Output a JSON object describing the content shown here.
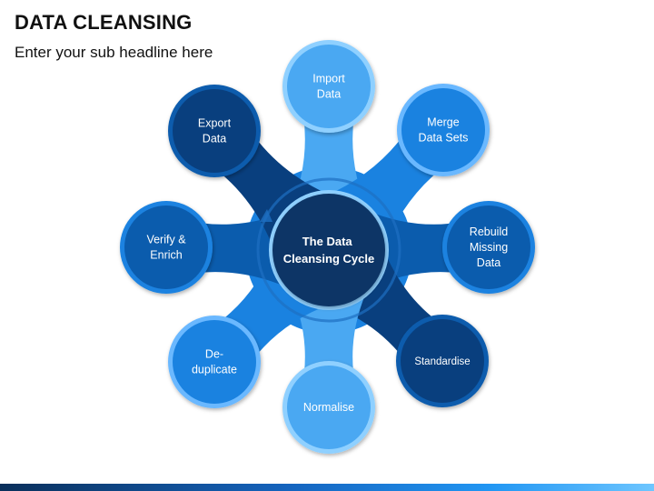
{
  "header": {
    "title": "DATA CLEANSING",
    "subtitle": "Enter your sub headline here"
  },
  "diagram": {
    "center": [
      "The Data",
      "Cleansing Cycle"
    ],
    "nodes": [
      {
        "lines": [
          "Import",
          "Data"
        ]
      },
      {
        "lines": [
          "Merge",
          "Data Sets"
        ]
      },
      {
        "lines": [
          "Rebuild",
          "Missing",
          "Data"
        ]
      },
      {
        "lines": [
          "Standardise"
        ]
      },
      {
        "lines": [
          "Normalise"
        ]
      },
      {
        "lines": [
          "De-",
          "duplicate"
        ]
      },
      {
        "lines": [
          "Verify &",
          "Enrich"
        ]
      },
      {
        "lines": [
          "Export",
          "Data"
        ]
      }
    ]
  },
  "colors": {
    "light": "#4aa8f2",
    "light_ring": "#8fd0ff",
    "mid": "#1a82e0",
    "mid_ring": "#6ab8ff",
    "dark": "#0b5cad",
    "darkest": "#093f7e",
    "center": "#0a3566"
  }
}
